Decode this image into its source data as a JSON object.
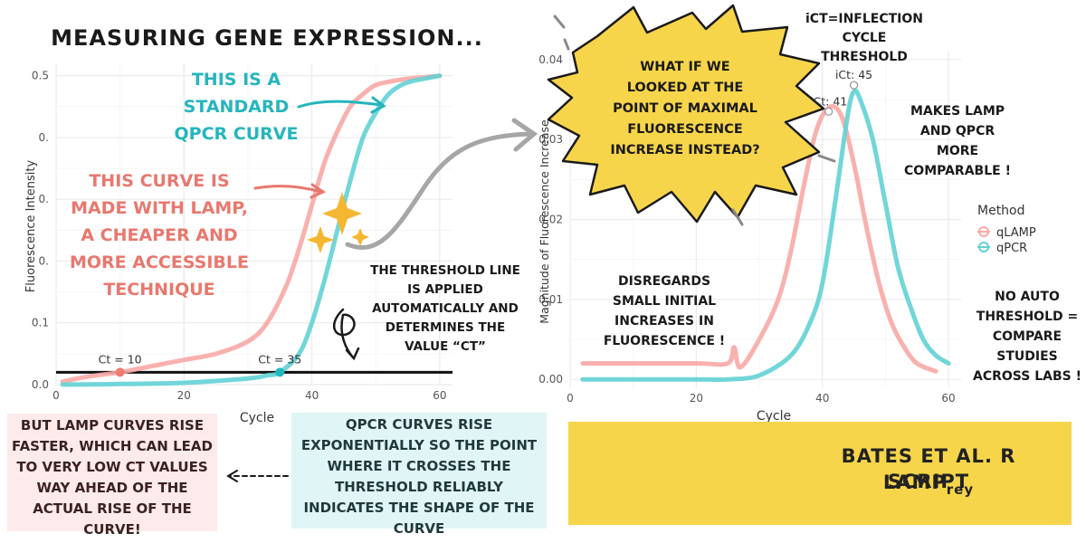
{
  "title": "MEASURING GENE EXPRESSION...",
  "chart_data": [
    {
      "type": "line",
      "xlabel": "Cycle",
      "ylabel": "Fluorescence Intensity",
      "xlim": [
        0,
        62
      ],
      "ylim": [
        0,
        0.52
      ],
      "x_ticks": [
        0,
        20,
        40,
        60
      ],
      "y_ticks": [
        0.0,
        0.1,
        0.2,
        0.3,
        0.4,
        0.5
      ],
      "y_tick_labels": [
        "0.0",
        "0.1",
        "0.",
        "0.",
        "0.",
        "0.5"
      ],
      "grid": true,
      "threshold": 0.02,
      "series": [
        {
          "method": "qLAMP",
          "color": "#f8a9a5",
          "x": [
            1,
            5,
            10,
            15,
            20,
            25,
            30,
            33,
            36,
            38,
            40,
            42,
            44,
            46,
            48,
            50,
            53,
            56,
            60
          ],
          "y": [
            0.005,
            0.013,
            0.02,
            0.03,
            0.04,
            0.05,
            0.07,
            0.1,
            0.16,
            0.22,
            0.29,
            0.36,
            0.41,
            0.45,
            0.47,
            0.485,
            0.492,
            0.496,
            0.5
          ]
        },
        {
          "method": "qPCR",
          "color": "#62d2d5",
          "x": [
            1,
            10,
            20,
            30,
            33,
            35,
            38,
            40,
            42,
            44,
            46,
            48,
            50,
            52,
            54,
            56,
            58,
            60
          ],
          "y": [
            0,
            0.001,
            0.003,
            0.01,
            0.015,
            0.02,
            0.05,
            0.1,
            0.17,
            0.25,
            0.33,
            0.4,
            0.44,
            0.47,
            0.485,
            0.492,
            0.496,
            0.5
          ]
        }
      ],
      "points": [
        {
          "label": "Ct = 10",
          "x": 10,
          "y": 0.02,
          "color": "#f07a74"
        },
        {
          "label": "Ct = 35",
          "x": 35,
          "y": 0.02,
          "color": "#23b8c0"
        }
      ]
    },
    {
      "type": "line",
      "xlabel": "Cycle",
      "ylabel": "Magnitude of Fluorescence Increase",
      "xlim": [
        0,
        62
      ],
      "ylim": [
        -0.001,
        0.041
      ],
      "x_ticks": [
        0,
        20,
        40,
        60
      ],
      "y_ticks": [
        0.0,
        0.01,
        0.02,
        0.03,
        0.04
      ],
      "y_tick_labels": [
        "0.00",
        "0.01",
        "0.02",
        "0.03",
        "0.04"
      ],
      "grid": true,
      "legend_title": "Method",
      "legend_placement": "right",
      "series": [
        {
          "name": "qLAMP",
          "color": "#f8a9a5",
          "x": [
            2,
            10,
            20,
            25,
            26,
            27,
            30,
            33,
            35,
            37,
            39,
            41,
            43,
            45,
            47,
            49,
            51,
            53,
            55,
            58
          ],
          "y": [
            0.002,
            0.002,
            0.002,
            0.002,
            0.004,
            0.0015,
            0.005,
            0.01,
            0.016,
            0.024,
            0.031,
            0.034,
            0.033,
            0.027,
            0.019,
            0.012,
            0.007,
            0.004,
            0.002,
            0.001
          ]
        },
        {
          "name": "qPCR",
          "color": "#62d2d5",
          "x": [
            2,
            10,
            20,
            25,
            30,
            35,
            38,
            40,
            42,
            44,
            45,
            46,
            48,
            50,
            52,
            54,
            56,
            58,
            60
          ],
          "y": [
            0,
            0,
            0,
            0,
            0.0005,
            0.003,
            0.007,
            0.012,
            0.022,
            0.033,
            0.036,
            0.035,
            0.03,
            0.022,
            0.014,
            0.009,
            0.005,
            0.003,
            0.002
          ]
        }
      ],
      "points": [
        {
          "label": "iCt: 41",
          "x": 41,
          "y": 0.0335
        },
        {
          "label": "iCt: 45",
          "x": 45,
          "y": 0.0368
        }
      ]
    }
  ],
  "annotations": {
    "standard_curve": [
      "THIS IS A",
      "STANDARD",
      "QPCR CURVE"
    ],
    "lamp_curve": [
      "THIS CURVE IS",
      "MADE WITH LAMP,",
      "A CHEAPER AND",
      "MORE ACCESSIBLE",
      "TECHNIQUE"
    ],
    "threshold": [
      "THE THRESHOLD LINE",
      "IS APPLIED",
      "AUTOMATICALLY AND",
      "DETERMINES THE",
      "VALUE “CT”"
    ],
    "what_if": [
      "WHAT IF WE",
      "LOOKED AT THE",
      "POINT OF MAXIMAL",
      "FLUORESCENCE",
      "INCREASE INSTEAD?"
    ],
    "ict_def": [
      "iCT=INFLECTION",
      "CYCLE",
      "THRESHOLD"
    ],
    "comparable": [
      "MAKES LAMP",
      "AND QPCR",
      "MORE",
      "COMPARABLE !"
    ],
    "disregards": [
      "DISREGARDS",
      "SMALL INITIAL",
      "INCREASES IN",
      "FLUORESCENCE !"
    ],
    "no_auto": [
      "NO AUTO",
      "THRESHOLD =",
      "COMPARE",
      "STUDIES",
      "ACROSS LABS !"
    ]
  },
  "boxes": {
    "lamp_rise": [
      "BUT LAMP CURVES RISE",
      "FASTER, WHICH CAN LEAD",
      "TO VERY LOW CT VALUES",
      "WAY AHEAD OF THE",
      "ACTUAL RISE OF THE",
      "CURVE!"
    ],
    "qpcr_rise": [
      "QPCR CURVES RISE",
      "EXPONENTIALLY SO THE POINT",
      "WHERE IT CROSSES THE",
      "THRESHOLD RELIABLY",
      "INDICATES THE SHAPE OF THE",
      "CURVE"
    ]
  },
  "bates": {
    "line1": "BATES ET AL. R SCRIPT",
    "lamp": "LAMP",
    "rey": "rey"
  },
  "colors": {
    "lamp": "#f8a9a5",
    "lamp_text": "#e8786e",
    "qpcr": "#62d2d5",
    "qpcr_text": "#25b5bd",
    "sparkle": "#f5b731",
    "yellow": "#f7d54a"
  }
}
